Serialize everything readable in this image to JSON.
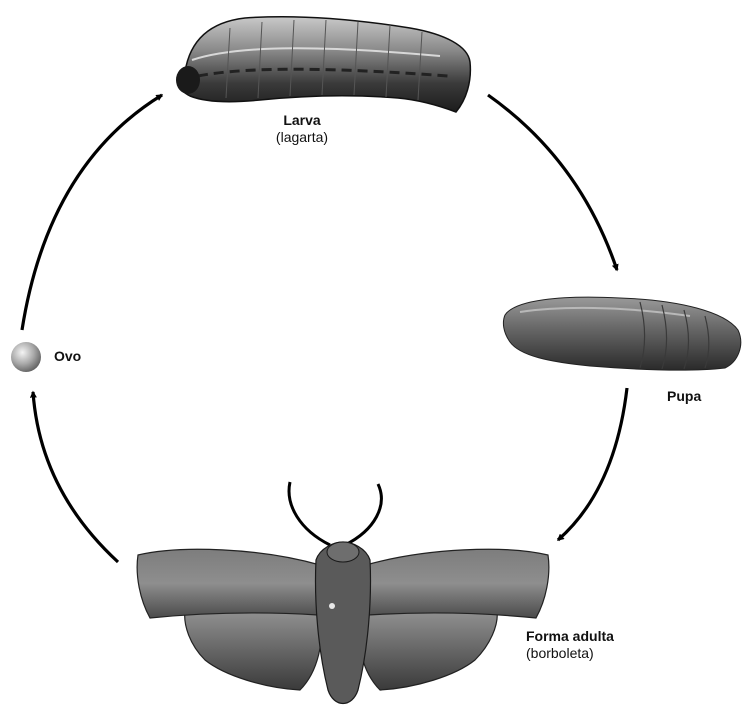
{
  "stages": {
    "larva": {
      "name": "Larva",
      "sub": "(lagarta)"
    },
    "pupa": {
      "name": "Pupa"
    },
    "adult": {
      "name": "Forma adulta",
      "sub": "(borboleta)"
    },
    "egg": {
      "name": "Ovo"
    }
  }
}
